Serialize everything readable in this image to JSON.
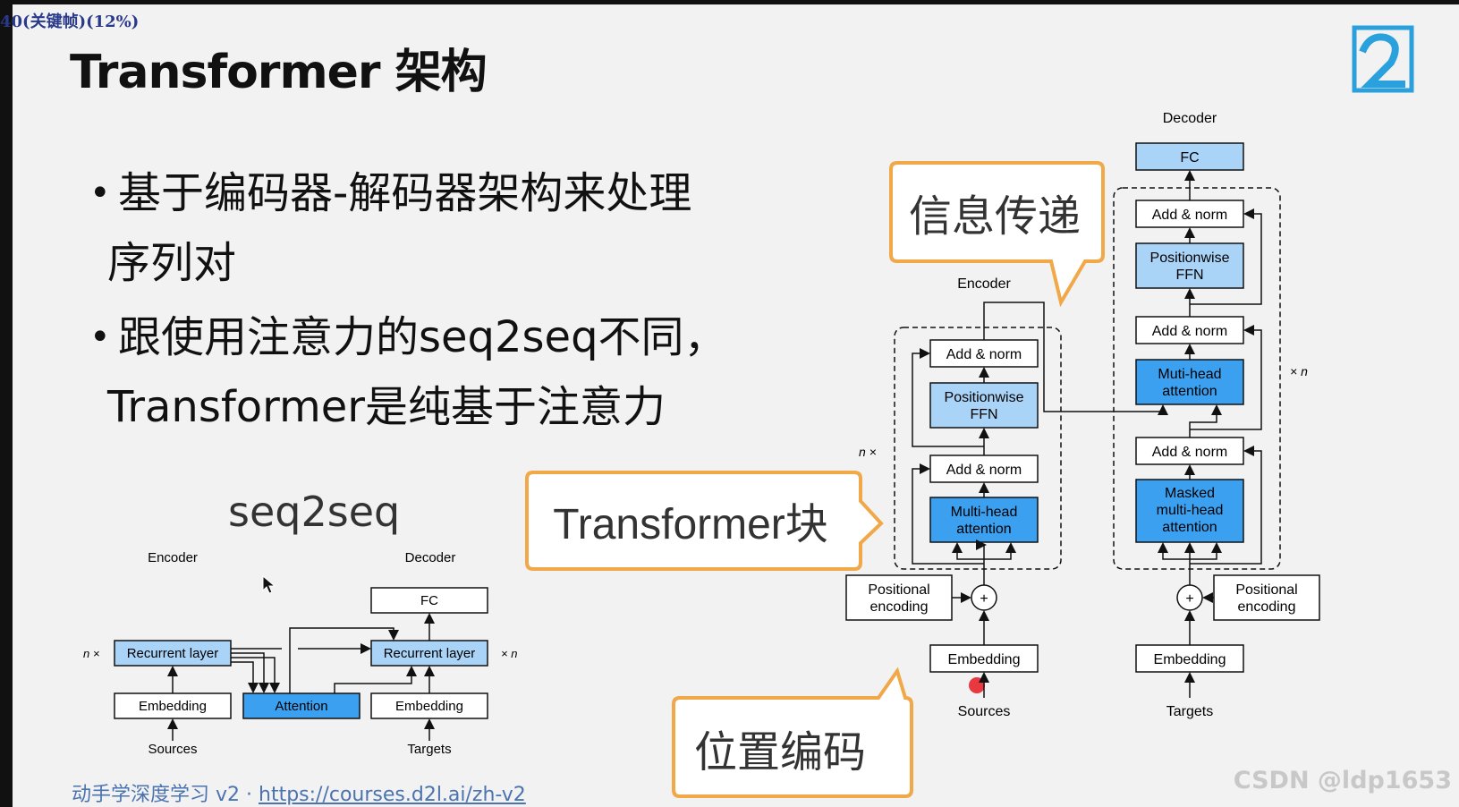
{
  "overlay": {
    "frame_label": "40(关键帧)(12%)"
  },
  "slide": {
    "title": "Transformer 架构",
    "bullets": [
      {
        "line1": "基于编码器-解码器架构来处理",
        "line2": "序列对"
      },
      {
        "line1": "跟使用注意力的seq2seq不同，",
        "line2": "Transformer是纯基于注意力"
      }
    ],
    "seq2seq_label": "seq2seq",
    "footer_text": "动手学深度学习 v2 · ",
    "footer_link": "https://courses.d2l.ai/zh-v2"
  },
  "seq2seq_diagram": {
    "encoder_label": "Encoder",
    "decoder_label": "Decoder",
    "fc": "FC",
    "recurrent_enc": "Recurrent layer",
    "recurrent_dec": "Recurrent layer",
    "embedding_enc": "Embedding",
    "embedding_dec": "Embedding",
    "attention": "Attention",
    "sources": "Sources",
    "targets": "Targets",
    "nx_left": "n ×",
    "xn_right": "× n"
  },
  "transformer_diagram": {
    "decoder_label": "Decoder",
    "encoder_label": "Encoder",
    "fc": "FC",
    "dec_add_norm_top": "Add & norm",
    "dec_ffn_1": "Positionwise",
    "dec_ffn_2": "FFN",
    "dec_add_norm_mid": "Add & norm",
    "dec_mha_1": "Muti-head",
    "dec_mha_2": "attention",
    "dec_add_norm_bot": "Add & norm",
    "dec_masked_1": "Masked",
    "dec_masked_2": "multi-head",
    "dec_masked_3": "attention",
    "enc_add_norm_top": "Add & norm",
    "enc_ffn_1": "Positionwise",
    "enc_ffn_2": "FFN",
    "enc_add_norm_bot": "Add & norm",
    "enc_mha_1": "Multi-head",
    "enc_mha_2": "attention",
    "pos_enc_left_1": "Positional",
    "pos_enc_left_2": "encoding",
    "pos_enc_right_1": "Positional",
    "pos_enc_right_2": "encoding",
    "embedding_enc": "Embedding",
    "embedding_dec": "Embedding",
    "sources": "Sources",
    "targets": "Targets",
    "nx": "n ×",
    "xn": "× n",
    "plus": "+"
  },
  "callouts": {
    "info_pass": "信息传递",
    "transformer_block": "Transformer块",
    "pos_encoding": "位置编码"
  },
  "watermark": "CSDN @ldp1653",
  "colors": {
    "blue_box": "#3ca0f0",
    "light_blue_box": "#a9d3f7",
    "callout_border": "#f0a848",
    "link": "#4a73b0"
  }
}
